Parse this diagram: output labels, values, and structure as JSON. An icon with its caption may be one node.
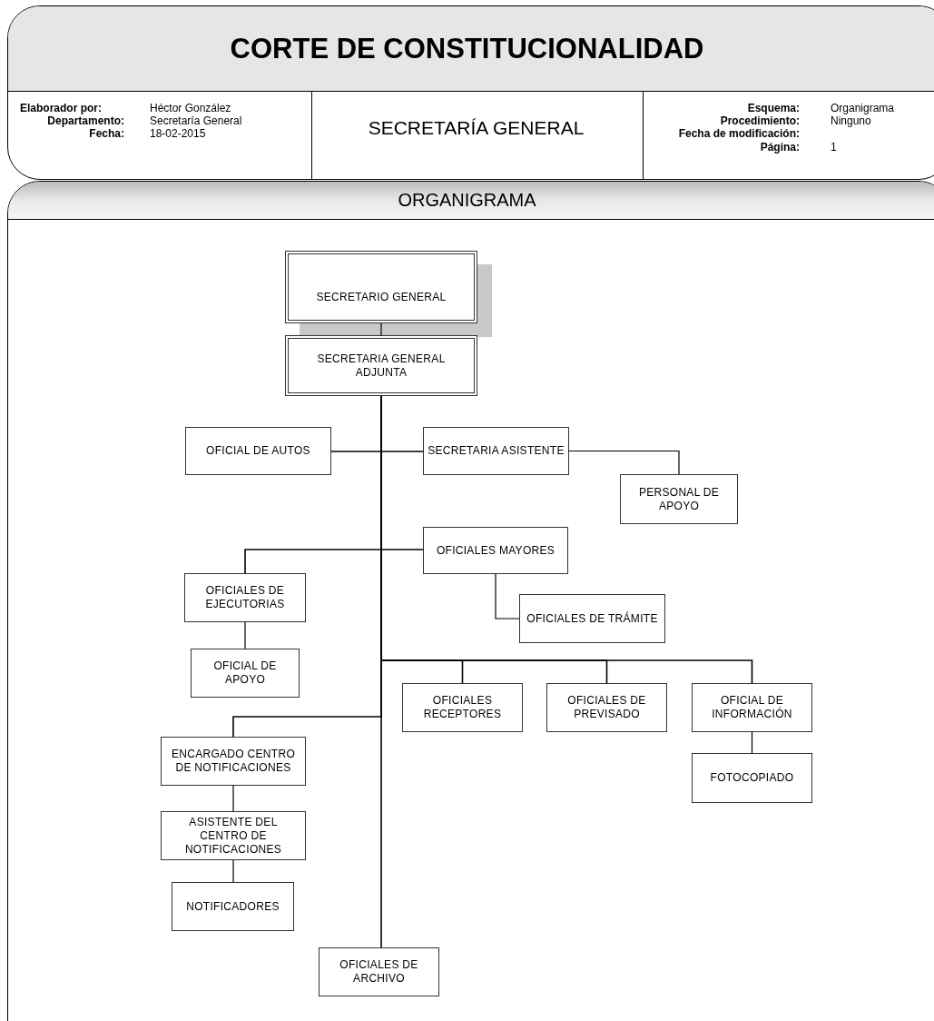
{
  "diagram": {
    "title": "CORTE DE CONSTITUCIONALIDAD",
    "nodes": [
      {
        "text": [
          "SECRETARIO GENERAL"
        ]
      },
      {
        "text": [
          "SECRETARIA GENERAL ADJUNTA"
        ]
      },
      {
        "text": [
          "OFICIAL DE AUTOS"
        ]
      },
      {
        "text": [
          "SECRETARIA ASISTENTE"
        ]
      },
      {
        "text": [
          "PERSONAL DE APOYO"
        ]
      },
      {
        "text": [
          "OFICIALES MAYORES"
        ]
      },
      {
        "text": [
          "OFICIALES DE EJECUTORIAS"
        ]
      },
      {
        "text": [
          "OFICIALES DE TRÁMITE"
        ]
      },
      {
        "text": [
          "OFICIAL DE APOYO"
        ]
      },
      {
        "text": [
          "OFICIALES RECEPTORES"
        ]
      },
      {
        "text": [
          "OFICIALES DE PREVISADO"
        ]
      },
      {
        "text": [
          "OFICIAL DE INFORMACIÓN"
        ]
      },
      {
        "text": [
          "FOTOCOPIADO"
        ]
      },
      {
        "text": [
          "ENCARGADO CENTRO DE NOTIFICACIONES"
        ]
      },
      {
        "text": [
          "ASISTENTE DEL CENTRO DE NOTIFICACIONES"
        ]
      },
      {
        "text": [
          "NOTIFICADORES"
        ]
      },
      {
        "text": [
          "OFICIALES DE ARCHIVO"
        ]
      }
    ],
    "edges": [
      {
        "from": 0,
        "to": 1,
        "arrow": "none"
      },
      {
        "from": 1,
        "to": 2,
        "arrow": "none"
      },
      {
        "from": 1,
        "to": 3,
        "arrow": "none"
      },
      {
        "from": 3,
        "to": 4,
        "arrow": "none"
      },
      {
        "from": 1,
        "to": 5,
        "arrow": "none"
      },
      {
        "from": 1,
        "to": 6,
        "arrow": "none"
      },
      {
        "from": 5,
        "to": 7,
        "arrow": "none"
      },
      {
        "from": 6,
        "to": 8,
        "arrow": "none"
      },
      {
        "from": 1,
        "to": 9,
        "arrow": "none"
      },
      {
        "from": 1,
        "to": 10,
        "arrow": "none"
      },
      {
        "from": 1,
        "to": 11,
        "arrow": "none"
      },
      {
        "from": 11,
        "to": 12,
        "arrow": "none"
      },
      {
        "from": 1,
        "to": 13,
        "arrow": "none"
      },
      {
        "from": 13,
        "to": 14,
        "arrow": "none"
      },
      {
        "from": 14,
        "to": 15,
        "arrow": "none"
      },
      {
        "from": 1,
        "to": 16,
        "arrow": "none"
      }
    ],
    "labels": [
      "Elaborador por:",
      "Héctor González",
      "Departamento:",
      "Secretaría General",
      "Fecha:",
      "18-02-2015",
      "SECRETARÍA GENERAL",
      "Esquema:",
      "Organigrama",
      "Procedimiento:",
      "Ninguno",
      "Fecha de modificación:",
      "Página:",
      "1",
      "ORGANIGRAMA"
    ]
  }
}
